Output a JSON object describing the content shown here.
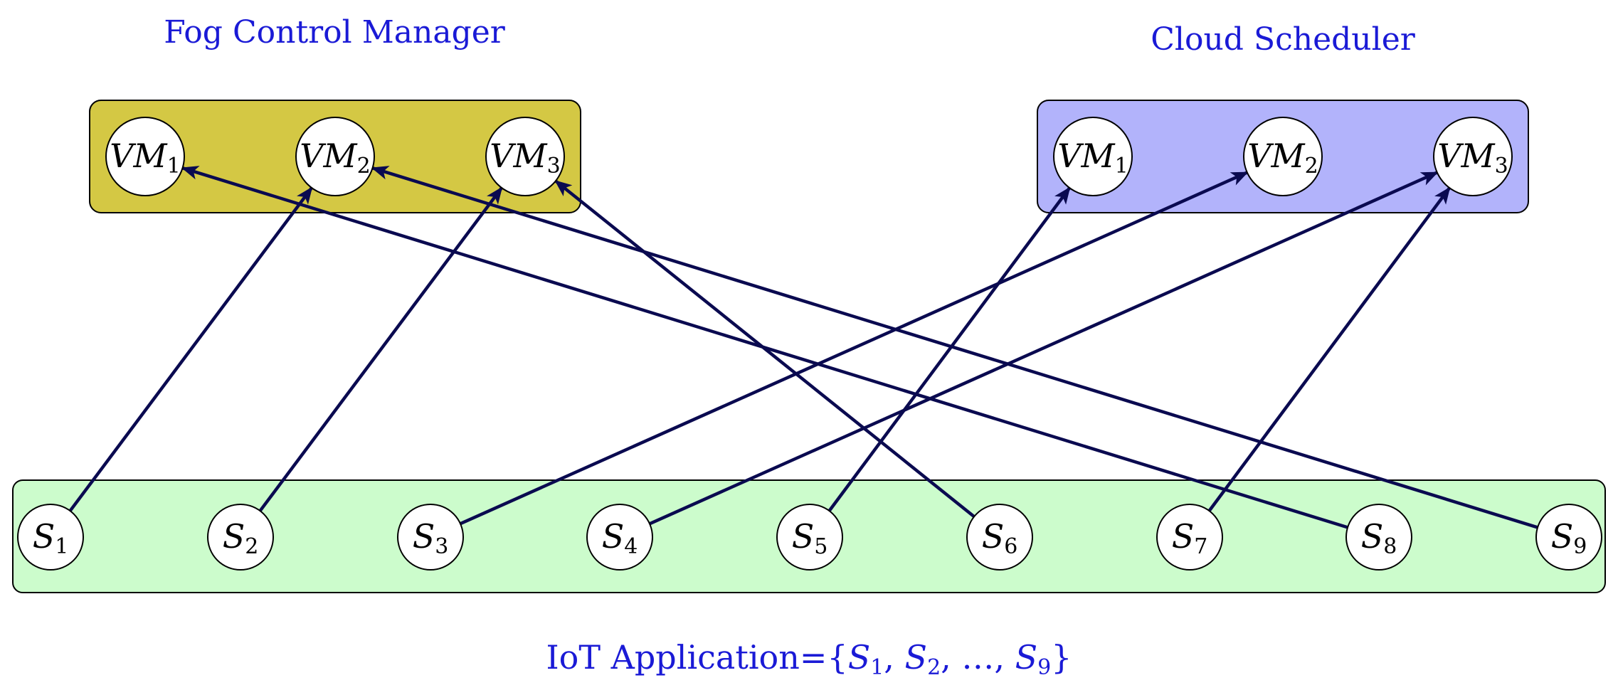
{
  "colors": {
    "fog_fill": "#d4c844",
    "cloud_fill": "#b2b3fb",
    "iot_fill": "#ccfccc",
    "title_text": "#1a1ad6",
    "arrow": "#0a0a50",
    "node_fill": "#ffffff",
    "node_stroke": "#000000"
  },
  "fog": {
    "title": "Fog Control Manager",
    "vms": [
      {
        "id": "fog-vm1",
        "base": "VM",
        "sub": "1"
      },
      {
        "id": "fog-vm2",
        "base": "VM",
        "sub": "2"
      },
      {
        "id": "fog-vm3",
        "base": "VM",
        "sub": "3"
      }
    ]
  },
  "cloud": {
    "title": "Cloud Scheduler",
    "vms": [
      {
        "id": "cloud-vm1",
        "base": "VM",
        "sub": "1"
      },
      {
        "id": "cloud-vm2",
        "base": "VM",
        "sub": "2"
      },
      {
        "id": "cloud-vm3",
        "base": "VM",
        "sub": "3"
      }
    ]
  },
  "iot": {
    "services": [
      {
        "id": "s1",
        "base": "S",
        "sub": "1"
      },
      {
        "id": "s2",
        "base": "S",
        "sub": "2"
      },
      {
        "id": "s3",
        "base": "S",
        "sub": "3"
      },
      {
        "id": "s4",
        "base": "S",
        "sub": "4"
      },
      {
        "id": "s5",
        "base": "S",
        "sub": "5"
      },
      {
        "id": "s6",
        "base": "S",
        "sub": "6"
      },
      {
        "id": "s7",
        "base": "S",
        "sub": "7"
      },
      {
        "id": "s8",
        "base": "S",
        "sub": "8"
      },
      {
        "id": "s9",
        "base": "S",
        "sub": "9"
      }
    ],
    "label": {
      "prefix": "IoT Application=",
      "open": "{",
      "s1_base": "S",
      "s1_sub": "1",
      "comma1": ", ",
      "s2_base": "S",
      "s2_sub": "2",
      "comma2": ", ",
      "ellipsis": "…",
      "comma3": ", ",
      "s9_base": "S",
      "s9_sub": "9",
      "close": "}"
    }
  },
  "edges": [
    {
      "from": "s1",
      "to": "fog-vm2"
    },
    {
      "from": "s2",
      "to": "fog-vm3"
    },
    {
      "from": "s3",
      "to": "cloud-vm2"
    },
    {
      "from": "s4",
      "to": "cloud-vm3"
    },
    {
      "from": "s5",
      "to": "cloud-vm1"
    },
    {
      "from": "s6",
      "to": "fog-vm3"
    },
    {
      "from": "s7",
      "to": "cloud-vm3"
    },
    {
      "from": "s8",
      "to": "fog-vm1"
    },
    {
      "from": "s9",
      "to": "fog-vm2"
    }
  ]
}
